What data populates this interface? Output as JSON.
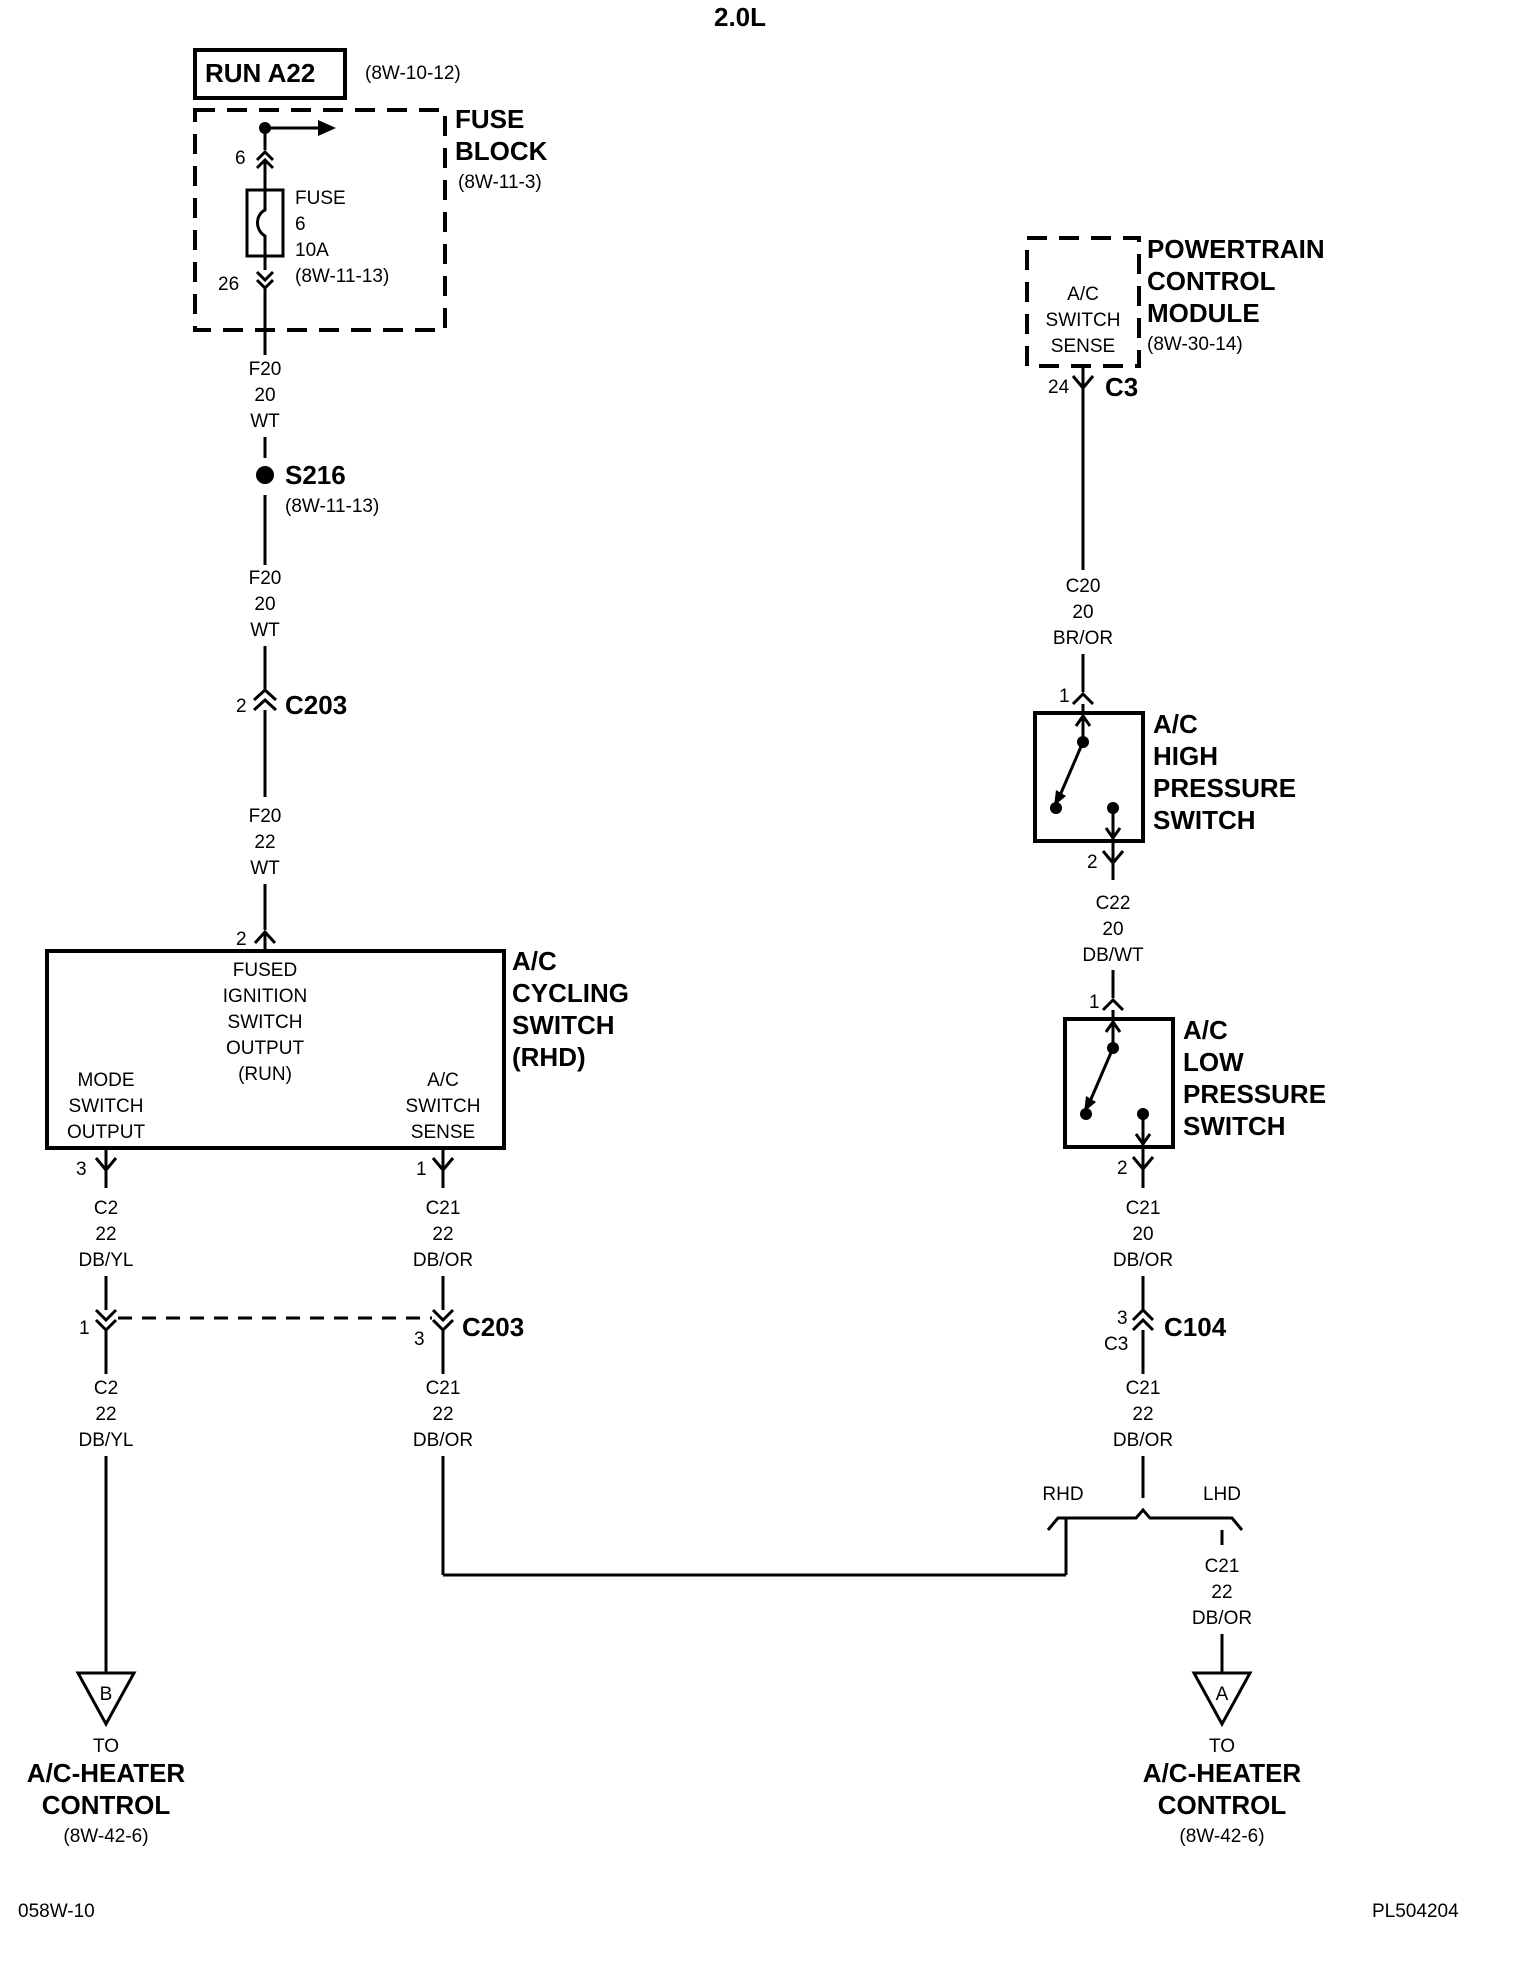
{
  "title": "2.0L",
  "run": {
    "label": "RUN A22",
    "ref": "(8W-10-12)"
  },
  "fuse_block": {
    "name_line1": "FUSE",
    "name_line2": "BLOCK",
    "ref": "(8W-11-3)",
    "pin_in": "6",
    "pin_out": "26",
    "fuse": [
      "FUSE",
      "6",
      "10A",
      "(8W-11-13)"
    ]
  },
  "splice": {
    "name": "S216",
    "ref": "(8W-11-13)"
  },
  "pcm": {
    "name": [
      "POWERTRAIN",
      "CONTROL",
      "MODULE"
    ],
    "ref": "(8W-30-14)",
    "inner": [
      "A/C",
      "SWITCH",
      "SENSE"
    ],
    "pin": "24",
    "connector": "C3"
  },
  "wires": {
    "f20_a": [
      "F20",
      "20",
      "WT"
    ],
    "f20_b": [
      "F20",
      "20",
      "WT"
    ],
    "f20_c": [
      "F20",
      "22",
      "WT"
    ],
    "c20": [
      "C20",
      "20",
      "BR/OR"
    ],
    "c22": [
      "C22",
      "20",
      "DB/WT"
    ],
    "c2_a": [
      "C2",
      "22",
      "DB/YL"
    ],
    "c21_a": [
      "C21",
      "22",
      "DB/OR"
    ],
    "c21_b": [
      "C21",
      "20",
      "DB/OR"
    ],
    "c2_b": [
      "C2",
      "22",
      "DB/YL"
    ],
    "c21_c": [
      "C21",
      "22",
      "DB/OR"
    ],
    "c21_d": [
      "C21",
      "22",
      "DB/OR"
    ],
    "c21_e": [
      "C21",
      "22",
      "DB/OR"
    ]
  },
  "c203_top": {
    "pin": "2",
    "name": "C203"
  },
  "cycling_switch": {
    "name": [
      "A/C",
      "CYCLING",
      "SWITCH",
      "(RHD)"
    ],
    "pin_top": "2",
    "center": [
      "FUSED",
      "IGNITION",
      "SWITCH",
      "OUTPUT",
      "(RUN)"
    ],
    "left": [
      "MODE",
      "SWITCH",
      "OUTPUT"
    ],
    "right": [
      "A/C",
      "SWITCH",
      "SENSE"
    ],
    "pin_left": "3",
    "pin_right": "1"
  },
  "high_pressure": {
    "name": [
      "A/C",
      "HIGH",
      "PRESSURE",
      "SWITCH"
    ],
    "pin_top": "1",
    "pin_bottom": "2"
  },
  "low_pressure": {
    "name": [
      "A/C",
      "LOW",
      "PRESSURE",
      "SWITCH"
    ],
    "pin_top": "1",
    "pin_bottom": "2"
  },
  "c203_bottom": {
    "pin_left": "1",
    "pin_right": "3",
    "name": "C203"
  },
  "c104": {
    "pin": "3",
    "sub": "C3",
    "name": "C104"
  },
  "branch": {
    "rhd": "RHD",
    "lhd": "LHD"
  },
  "dest_b": {
    "letter": "B",
    "to": "TO",
    "name1": "A/C-HEATER",
    "name2": "CONTROL",
    "ref": "(8W-42-6)"
  },
  "dest_a": {
    "letter": "A",
    "to": "TO",
    "name1": "A/C-HEATER",
    "name2": "CONTROL",
    "ref": "(8W-42-6)"
  },
  "footer": {
    "left": "058W-10",
    "right": "PL504204"
  }
}
